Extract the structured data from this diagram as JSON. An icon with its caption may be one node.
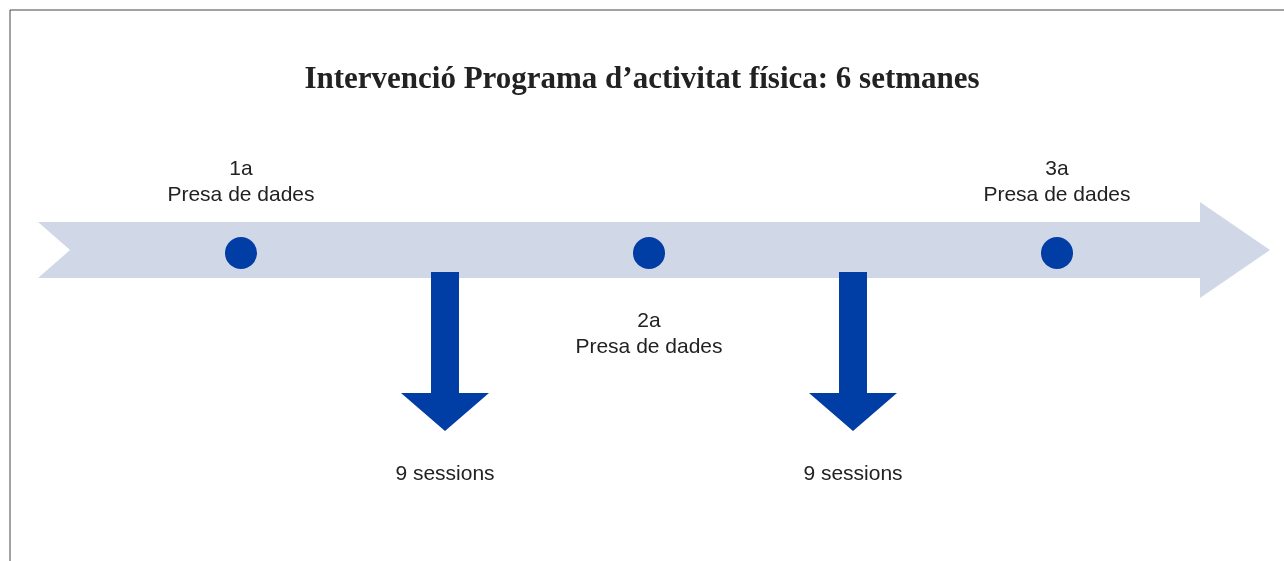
{
  "diagram": {
    "title": "Intervenció Programa d’activitat física: 6 setmanes",
    "nodes": [
      {
        "text": [],
        "shape": "circle",
        "beside": [
          "1a",
          "Presa de dades"
        ]
      },
      {
        "text": [],
        "shape": "circle",
        "beside": [
          "2a",
          "Presa de dades"
        ]
      },
      {
        "text": [],
        "shape": "circle",
        "beside": [
          "3a",
          "Presa de dades"
        ]
      },
      {
        "text": [
          "9 sessions"
        ]
      },
      {
        "text": [
          "9 sessions"
        ]
      }
    ],
    "edges": [
      {
        "from": null,
        "to": 3,
        "arrow": "to"
      },
      {
        "from": null,
        "to": 4,
        "arrow": "to"
      }
    ]
  }
}
